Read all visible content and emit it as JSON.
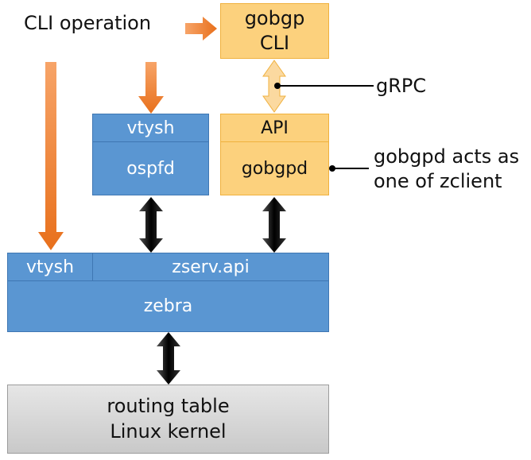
{
  "annotations": {
    "cli_operation": "CLI operation",
    "grpc": "gRPC",
    "gobgpd_note_line1": "gobgpd acts as",
    "gobgpd_note_line2": "one of zclient"
  },
  "boxes": {
    "gobgp_cli_line1": "gobgp",
    "gobgp_cli_line2": "CLI",
    "api": "API",
    "gobgpd": "gobgpd",
    "vtysh_ospf": "vtysh",
    "ospfd": "ospfd",
    "vtysh_zebra": "vtysh",
    "zserv_api": "zserv.api",
    "zebra": "zebra",
    "routing_table": "routing table",
    "linux_kernel": "Linux kernel"
  },
  "colors": {
    "blue_box": "#5a96d2",
    "orange_box": "#fcd17d",
    "gray_box": "#d6d6d6",
    "orange_arrow": "#ee7a25",
    "black_arrow": "#111111"
  }
}
